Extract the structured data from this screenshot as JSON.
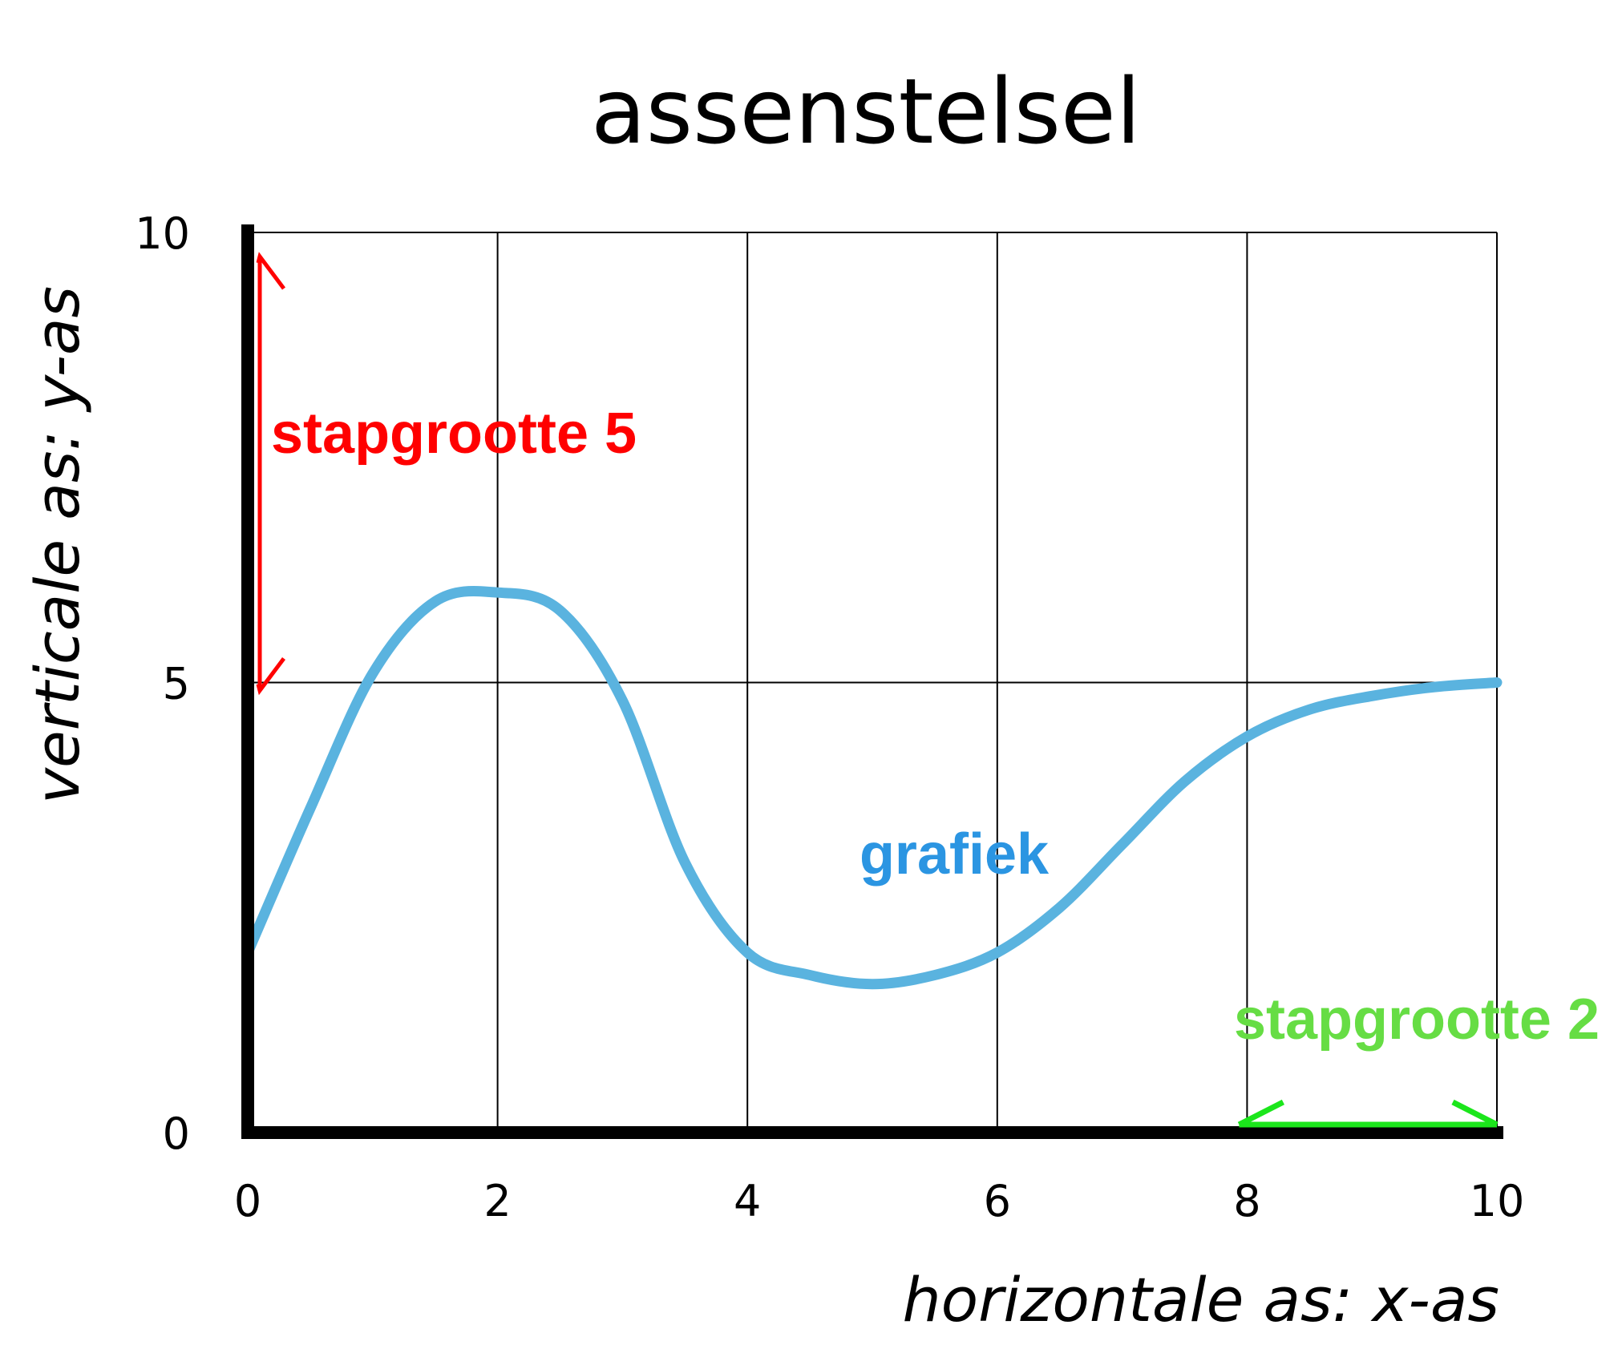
{
  "chart_data": {
    "type": "line",
    "title": "assenstelsel",
    "xlabel": "horizontale as: x-as",
    "ylabel": "verticale as: y-as",
    "xlim": [
      0,
      10
    ],
    "ylim": [
      0,
      10
    ],
    "x_ticks": [
      0,
      2,
      4,
      6,
      8,
      10
    ],
    "y_ticks": [
      0,
      5,
      10
    ],
    "grid": true,
    "series": [
      {
        "name": "",
        "color": "#5ab3df",
        "x": [
          0,
          0.5,
          1,
          1.5,
          2,
          2.5,
          3,
          3.5,
          4,
          4.5,
          5,
          5.5,
          6,
          6.5,
          7,
          7.5,
          8,
          8.5,
          9,
          9.5,
          10
        ],
        "y": [
          2.0,
          3.6,
          5.1,
          5.9,
          6.0,
          5.8,
          4.8,
          3.0,
          2.0,
          1.75,
          1.65,
          1.75,
          2.0,
          2.5,
          3.2,
          3.9,
          4.4,
          4.7,
          4.85,
          4.95,
          5.0
        ]
      }
    ],
    "annotations": [
      {
        "id": "y_step",
        "text": "stapgrootte 5",
        "color": "#ff0000",
        "from": [
          0,
          5
        ],
        "to": [
          0,
          10
        ]
      },
      {
        "id": "x_step",
        "text": "stapgrootte 2",
        "color": "#66dd44",
        "arrow_color": "#1be61b",
        "from": [
          8,
          0
        ],
        "to": [
          10,
          0
        ]
      },
      {
        "id": "curve_label",
        "text": "grafiek",
        "color": "#2b95e2"
      }
    ]
  }
}
